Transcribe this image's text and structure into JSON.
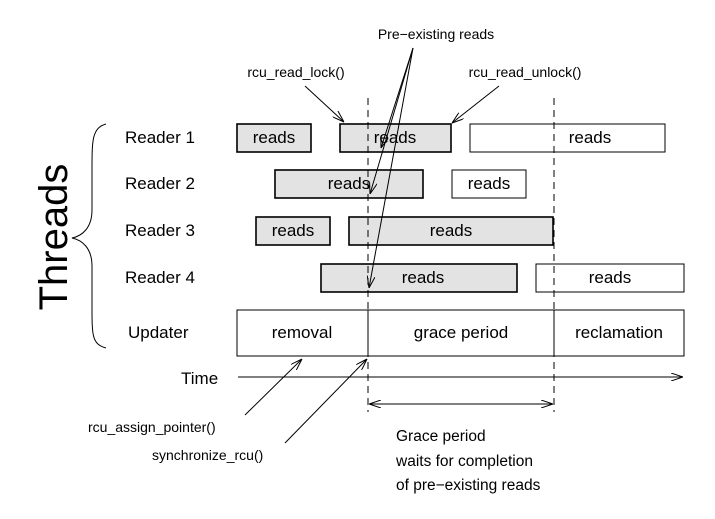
{
  "threads_label": "Threads",
  "readers": [
    {
      "label": "Reader 1",
      "segments": [
        "reads",
        "reads",
        "reads"
      ]
    },
    {
      "label": "Reader 2",
      "segments": [
        "reads",
        "reads"
      ]
    },
    {
      "label": "Reader 3",
      "segments": [
        "reads",
        "reads"
      ]
    },
    {
      "label": "Reader 4",
      "segments": [
        "reads",
        "reads"
      ]
    }
  ],
  "updater": {
    "label": "Updater",
    "phases": [
      "removal",
      "grace period",
      "reclamation"
    ]
  },
  "time_label": "Time",
  "annotations": {
    "preexisting_reads": "Pre−existing reads",
    "rcu_read_lock": "rcu_read_lock()",
    "rcu_read_unlock": "rcu_read_unlock()",
    "rcu_assign_pointer": "rcu_assign_pointer()",
    "synchronize_rcu": "synchronize_rcu()"
  },
  "grace_note": [
    "Grace period",
    "waits for completion",
    "of pre−existing reads"
  ]
}
